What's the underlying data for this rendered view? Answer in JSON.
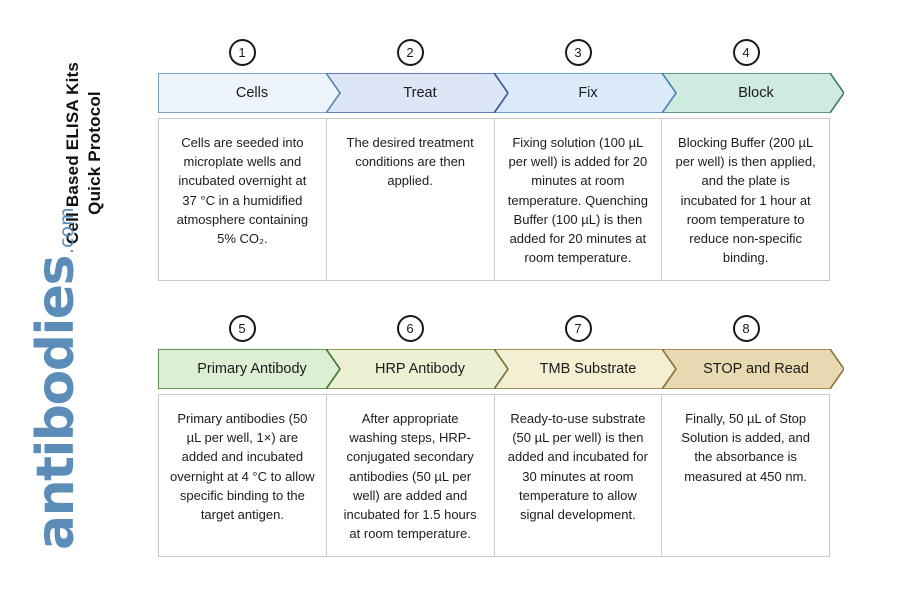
{
  "branding": {
    "vertical_title_line1": "Cell Based ELISA Kits",
    "vertical_title_line2": "Quick Protocol",
    "logo_word": "antibodies",
    "logo_tld": ".com",
    "logo_color": "#5b8db8"
  },
  "chart_data": {
    "type": "diagram",
    "title": "Cell Based ELISA Kits Quick Protocol",
    "layout": "two rows of four chevron steps, each with a descriptive text panel beneath",
    "steps": [
      {
        "number": "1",
        "label": "Cells",
        "fill": "#eef4fb",
        "stroke": "#5b8db8",
        "description": "Cells are seeded into microplate wells and incubated overnight at 37 °C in a humidified atmosphere containing 5% CO₂."
      },
      {
        "number": "2",
        "label": "Treat",
        "fill": "#dde6f7",
        "stroke": "#3a5a9b",
        "description": "The desired treatment conditions are then applied."
      },
      {
        "number": "3",
        "label": "Fix",
        "fill": "#daeaf8",
        "stroke": "#4a87c0",
        "description": "Fixing solution (100 µL per well) is added for 20 minutes at room temperature. Quenching Buffer (100 µL) is then added for 20 minutes at room temperature."
      },
      {
        "number": "4",
        "label": "Block",
        "fill": "#cfeade",
        "stroke": "#3f7a6a",
        "description": "Blocking Buffer (200 µL per well) is then applied, and the plate is incubated for 1 hour at room temperature to reduce non-specific binding."
      },
      {
        "number": "5",
        "label": "Primary Antibody",
        "fill": "#ddefd2",
        "stroke": "#3f7a33",
        "description": "Primary antibodies (50 µL per well, 1×) are added and incubated overnight at 4 °C to allow specific binding to the target antigen."
      },
      {
        "number": "6",
        "label": "HRP Antibody",
        "fill": "#eef0d4",
        "stroke": "#6f7a33",
        "description": "After appropriate washing steps, HRP-conjugated secondary antibodies (50 µL per well) are added and incubated for 1.5 hours at room temperature."
      },
      {
        "number": "7",
        "label": "TMB Substrate",
        "fill": "#f4efd3",
        "stroke": "#8a7535",
        "description": "Ready-to-use substrate (50 µL per well) is then added and incubated for 30 minutes at room temperature to allow signal development."
      },
      {
        "number": "8",
        "label": "STOP and Read",
        "fill": "#e9d9b0",
        "stroke": "#8a7535",
        "description": "Finally, 50 µL of Stop Solution is added, and the absorbance is measured at 450 nm."
      }
    ]
  }
}
